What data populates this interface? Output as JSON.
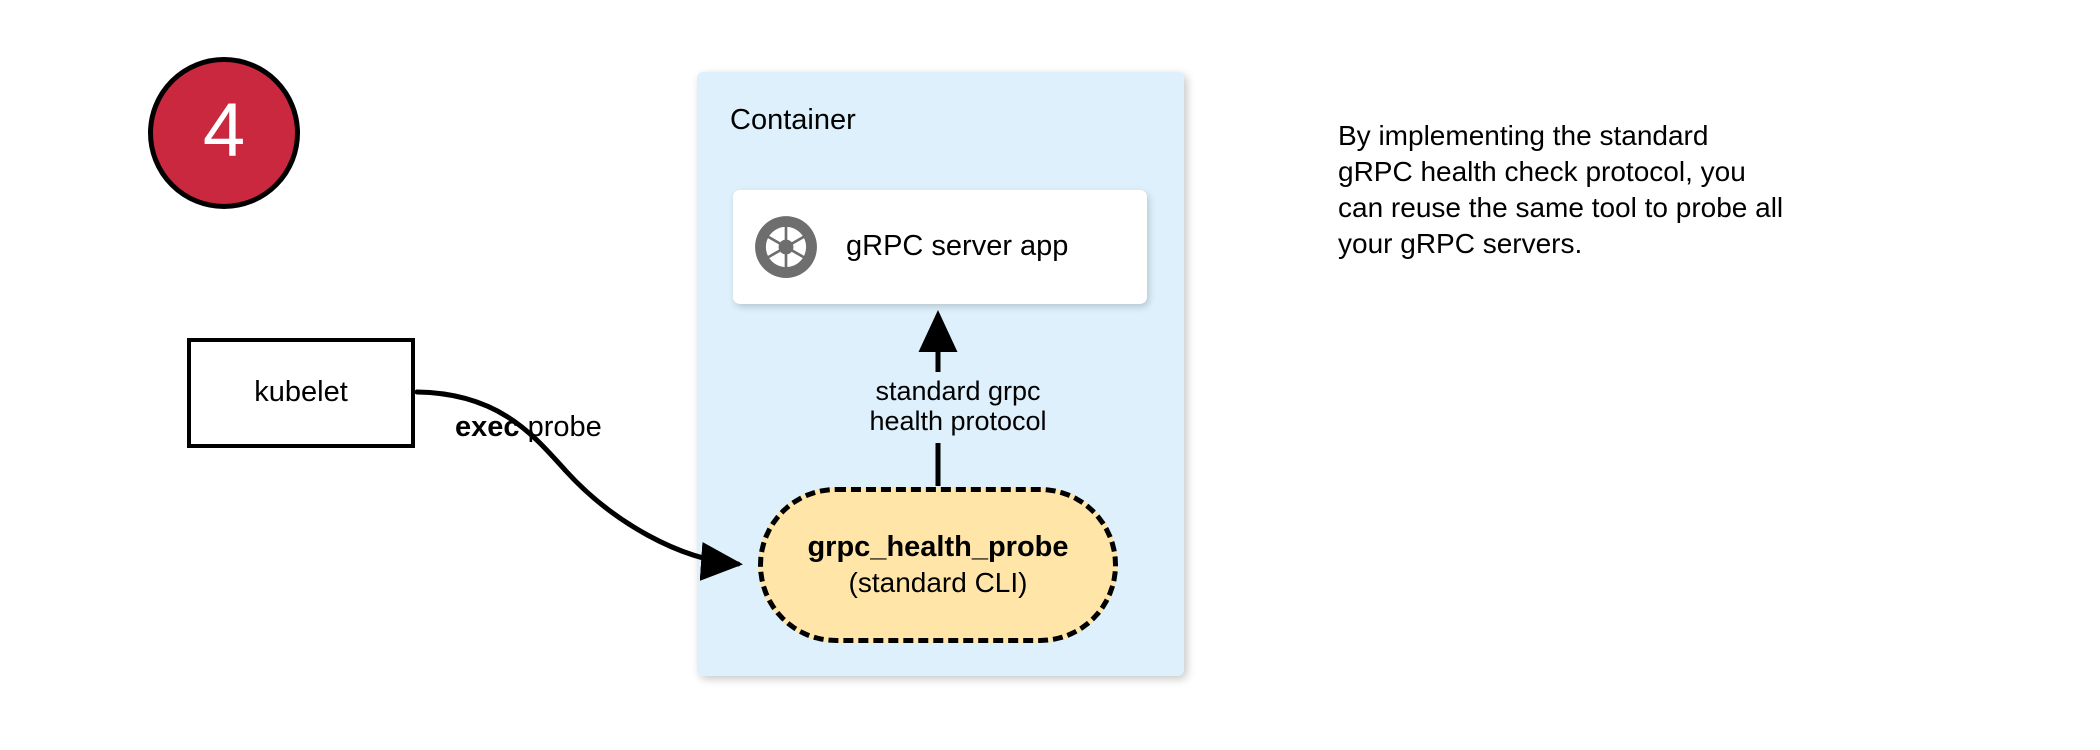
{
  "step": {
    "number": "4"
  },
  "container": {
    "title": "Container"
  },
  "server_card": {
    "logo_icon": "grpc-aperture-icon",
    "label": "gRPC server app"
  },
  "kubelet": {
    "label": "kubelet"
  },
  "probe": {
    "title": "grpc_health_probe",
    "subtitle": "(standard CLI)"
  },
  "edges": {
    "exec_probe": {
      "bold_text": "exec",
      "rest_text": " probe"
    },
    "protocol": {
      "line1": "standard grpc",
      "line2": "health protocol"
    }
  },
  "side_note": {
    "line1": "By implementing the standard",
    "line2": "gRPC health check protocol, you",
    "line3": "can reuse the same tool to probe all",
    "line4": "your gRPC servers."
  },
  "colors": {
    "badge_fill": "#c9283e",
    "badge_text": "#ffffff",
    "container_fill": "#ddf0fc",
    "probe_fill": "#ffe6a8",
    "logo_gray": "#6e6e6e",
    "stroke": "#000000",
    "card_fill": "#ffffff"
  }
}
